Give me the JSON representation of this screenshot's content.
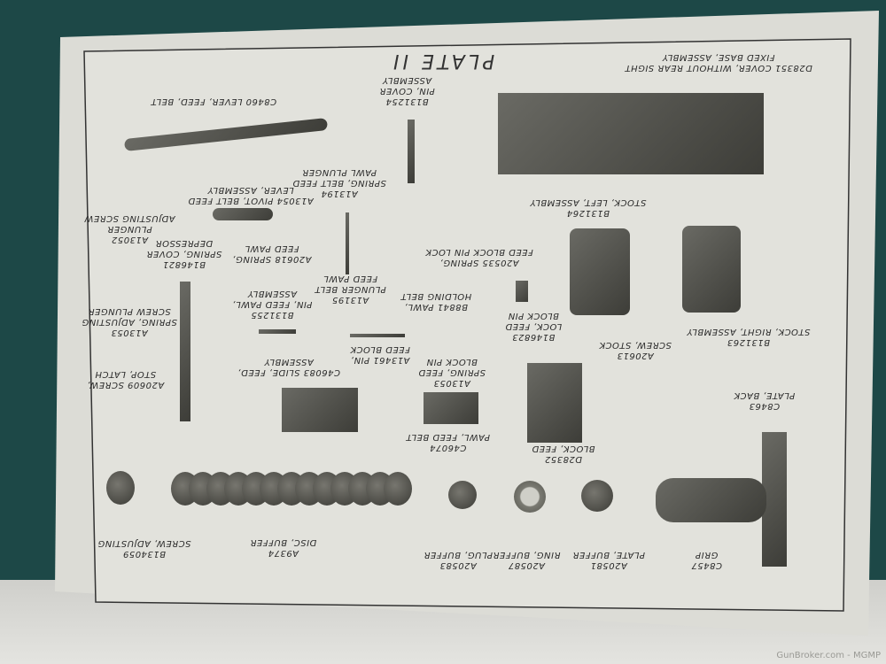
{
  "plate_title": "PLATE II",
  "labels": {
    "cover": [
      "D28351 COVER, WITHOUT REAR SIGHT",
      "FIXED BASE, ASSEMBLY"
    ],
    "pin_cover": [
      "B131254",
      "PIN, COVER",
      "ASSEMBLY"
    ],
    "lever": [
      "C8460 LEVER, FEED, BELT"
    ],
    "pivot": [
      "A13054 PIVOT, BELT FEED",
      "LEVER, ASSEMBLY"
    ],
    "spring_plunger": [
      "A13194",
      "SPRING, BELT FEED",
      "PAWL PLUNGER"
    ],
    "stock_left": [
      "B131264",
      "STOCK, LEFT, ASSEMBLY"
    ],
    "plunger_adj": [
      "A13052",
      "PLUNGER",
      "ADJUSTING SCREW"
    ],
    "spring_cover": [
      "B146821",
      "SPRING, COVER",
      "DEPRESSOR"
    ],
    "spring_feed_pawl": [
      "A20618 SPRING,",
      "FEED PAWL"
    ],
    "spring_lock": [
      "A20535 SPRING,",
      "FEED BLOCK PIN LOCK"
    ],
    "plunger_pawl": [
      "A13195",
      "PLUNGER BELT",
      "FEED PAWL"
    ],
    "pawl_holding": [
      "B8841 PAWL,",
      "HOLDING BELT"
    ],
    "pin_feed_pawl": [
      "B131255",
      "PIN, FEED PAWL,",
      "ASSEMBLY"
    ],
    "spring_adj": [
      "A13053",
      "SPRING, ADJUSTING",
      "SCREW PLUNGER"
    ],
    "lock_pin": [
      "B146823",
      "LOCK, FEED",
      "BLOCK PIN"
    ],
    "screw_stock": [
      "A20613",
      "SCREW, STOCK"
    ],
    "stock_right": [
      "B131263",
      "STOCK, RIGHT, ASSEMBLY"
    ],
    "pin_block": [
      "A13461 PIN,",
      "FEED BLOCK"
    ],
    "spring_block_pin": [
      "A13053",
      "SPRING, FEED",
      "BLOCK PIN"
    ],
    "slide": [
      "C46083 SLIDE, FEED,",
      "ASSEMBLY"
    ],
    "screw_stop": [
      "A20609 SCREW,",
      "STOP, LATCH"
    ],
    "plate_back": [
      "C8463",
      "PLATE, BACK"
    ],
    "pawl_feed": [
      "C46074",
      "PAWL, FEED BELT"
    ],
    "block_feed": [
      "D28352",
      "BLOCK, FEED"
    ],
    "screw_adj": [
      "B134059",
      "SCREW, ADJUSTING"
    ],
    "disc": [
      "A9374",
      "DISC, BUFFER"
    ],
    "plug": [
      "A20583",
      "PLUG, BUFFER"
    ],
    "ring": [
      "A20587",
      "RING, BUFFER"
    ],
    "plate_buffer": [
      "A20581",
      "PLATE, BUFFER"
    ],
    "grip": [
      "C8457",
      "GRIP"
    ]
  },
  "watermark": "GunBroker.com - MGMP",
  "colors": {
    "background": "#1d4847",
    "paper": "#dcdcd6",
    "ink": "#2a2a2a"
  }
}
